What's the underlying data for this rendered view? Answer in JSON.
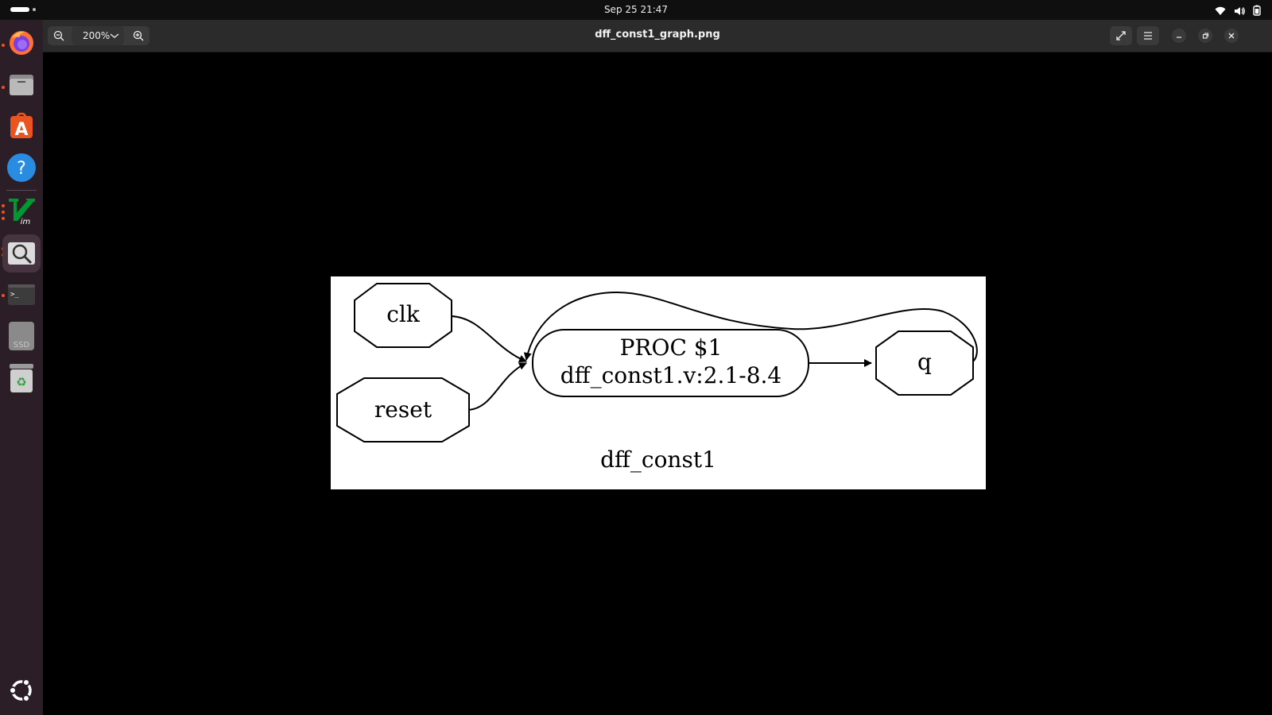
{
  "topbar": {
    "clock": "Sep 25  21:47",
    "tray_icons": [
      "wifi-icon",
      "volume-icon",
      "battery-icon"
    ]
  },
  "dock": {
    "items": [
      {
        "name": "firefox",
        "icon": "firefox-icon",
        "running": true
      },
      {
        "name": "files",
        "icon": "files-icon",
        "running": true
      },
      {
        "name": "app-center",
        "icon": "app-center-icon",
        "running": false
      },
      {
        "name": "help",
        "icon": "help-icon",
        "running": false
      },
      {
        "name": "vim",
        "icon": "vim-icon",
        "running": true
      },
      {
        "name": "image-viewer",
        "icon": "image-viewer-icon",
        "running": true,
        "active": true
      },
      {
        "name": "terminal",
        "icon": "terminal-icon",
        "running": true
      },
      {
        "name": "ssd-drive",
        "icon": "ssd-icon",
        "label": "SSD",
        "running": false
      },
      {
        "name": "trash",
        "icon": "trash-icon",
        "running": false
      },
      {
        "name": "show-apps",
        "icon": "ubuntu-logo-icon",
        "running": false
      }
    ],
    "colors": {
      "background": "#2c1e27",
      "running_dot": "#e95420"
    }
  },
  "window": {
    "title": "dff_const1_graph.png",
    "zoom_level": "200%",
    "colors": {
      "headerbar": "#2b2b2b",
      "canvas": "#000000"
    }
  },
  "graph": {
    "nodes": {
      "clk": "clk",
      "reset": "reset",
      "proc_line1": "PROC $1",
      "proc_line2": "dff_const1.v:2.1-8.4",
      "q": "q"
    },
    "caption": "dff_const1",
    "edges": [
      {
        "from": "clk",
        "to": "proc"
      },
      {
        "from": "reset",
        "to": "proc"
      },
      {
        "from": "proc",
        "to": "q"
      },
      {
        "from": "q",
        "to": "proc"
      }
    ]
  }
}
